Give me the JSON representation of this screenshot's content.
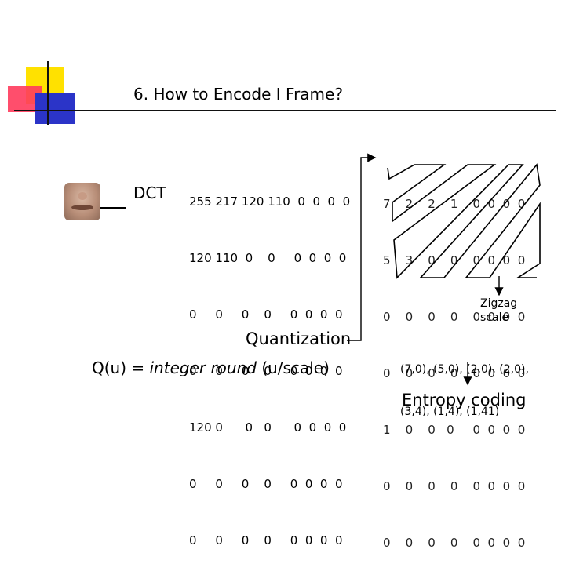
{
  "title": "6. How to Encode I Frame?",
  "dct_label": "DCT",
  "dct_matrix": [
    "255 217 120 110  0  0  0  0",
    "120 110  0    0     0  0  0  0",
    "0     0     0    0     0  0  0  0",
    "0     0     0    0     0  0  0  0",
    "120 0      0   0      0  0  0  0",
    "0     0     0    0     0  0  0  0",
    "0     0     0    0     0  0  0  0"
  ],
  "quantized_matrix": [
    "7    2    2    1    0  0  0  0",
    "5    3    0    0    0  0  0  0",
    "0    0    0    0    0  0  0  0",
    "0    0    0    0    0  0  0  0",
    "1    0    0   0     0  0  0  0",
    "0    0    0    0    0  0  0  0",
    "0    0    0    0    0  0  0  0"
  ],
  "zigzag_label_line1": "Zigzag",
  "zigzag_label_line2": "scale",
  "quantization_label": "Quantization",
  "formula_prefix": "Q(u) = ",
  "formula_italic": "integer round",
  "formula_suffix": " (u/scale)",
  "rle_line1": "(7,0), (5,0), (2,0), (2,0),",
  "rle_line2": "(3,4), (1,4), (1,41)",
  "entropy_label": "Entropy coding",
  "colors": {
    "yellow": "#ffe100",
    "red": "#ff3b5c",
    "blue": "#2b34c8"
  }
}
